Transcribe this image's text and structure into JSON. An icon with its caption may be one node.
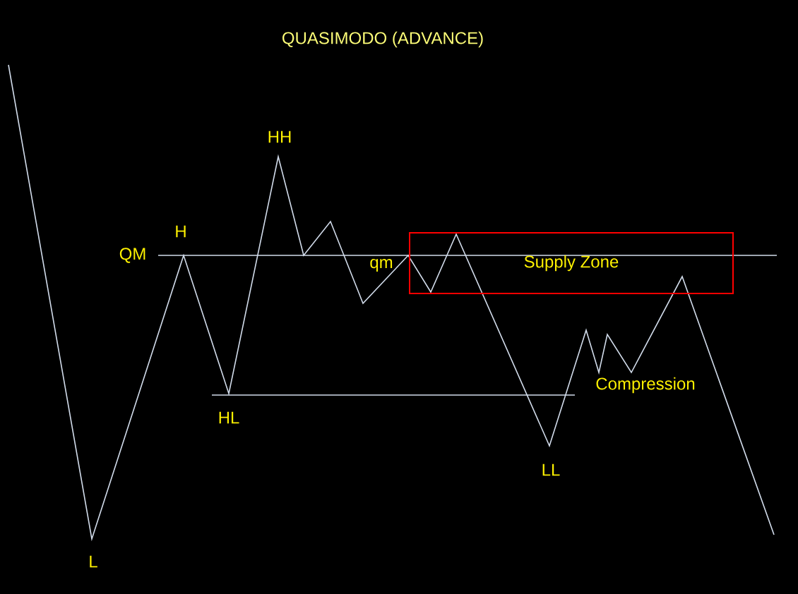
{
  "diagram": {
    "title": "QUASIMODO (ADVANCE)",
    "nodes": [
      {
        "text": [
          "Supply Zone"
        ]
      }
    ],
    "edges": [],
    "labels": [
      "HH",
      "H",
      "QM",
      "qm",
      "HL",
      "Compression",
      "LL",
      "L"
    ]
  }
}
